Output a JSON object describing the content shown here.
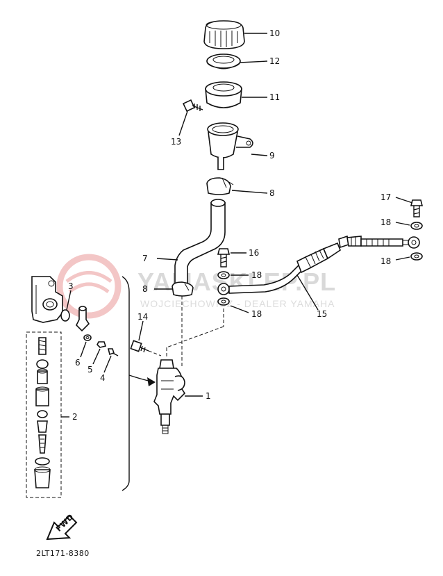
{
  "watermark": {
    "main": "YAMASKLEP.PL",
    "sub": "WOJCIECHOWICZ - DEALER YAMAHA"
  },
  "part_labels": {
    "p1": "1",
    "p2": "2",
    "p3": "3",
    "p4": "4",
    "p5": "5",
    "p6": "6",
    "p7": "7",
    "p8a": "8",
    "p8b": "8",
    "p9": "9",
    "p10": "10",
    "p11": "11",
    "p12": "12",
    "p13": "13",
    "p14": "14",
    "p15": "15",
    "p16": "16",
    "p17": "17",
    "p18a": "18",
    "p18b": "18",
    "p18c": "18",
    "p18d": "18"
  },
  "fwd_label": "FWD",
  "diagram_code": "2LT171-8380"
}
